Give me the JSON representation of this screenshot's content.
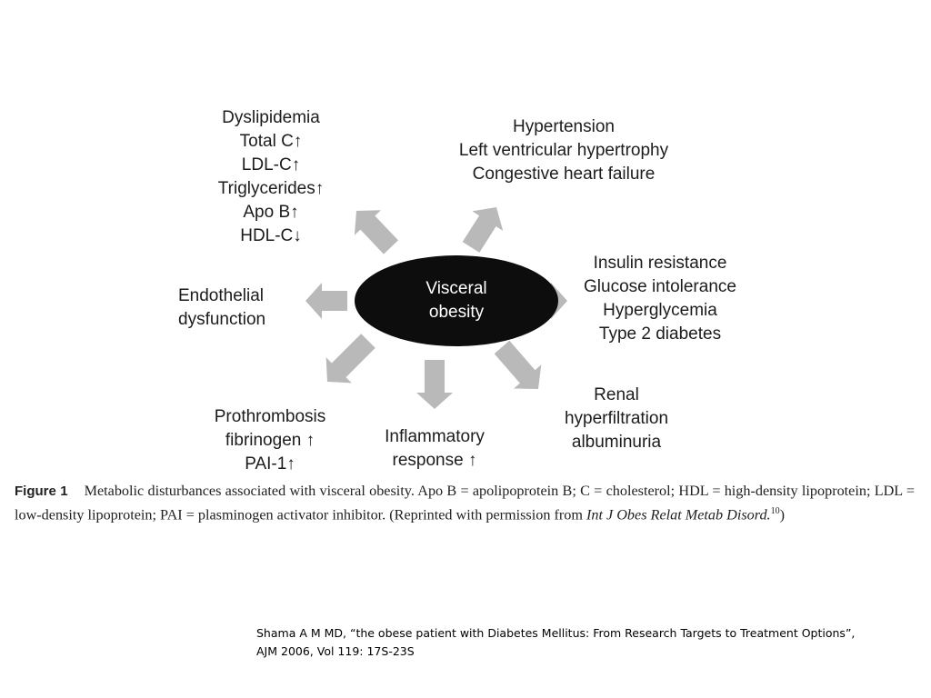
{
  "center": {
    "line1": "Visceral",
    "line2": "obesity"
  },
  "nodes": {
    "dyslipidemia": [
      "Dyslipidemia",
      "Total  C↑",
      "LDL-C↑",
      "Triglycerides↑",
      "Apo  B↑",
      "HDL-C↓"
    ],
    "hypertension": [
      "Hypertension",
      "Left ventricular hypertrophy",
      "Congestive heart failure"
    ],
    "insulin": [
      "Insulin resistance",
      "Glucose intolerance",
      "Hyperglycemia",
      "Type 2 diabetes"
    ],
    "renal": [
      "Renal",
      "hyperfiltration",
      "albuminuria"
    ],
    "inflammatory": [
      "Inflammatory",
      "response ↑"
    ],
    "prothrombosis": [
      "Prothrombosis",
      "fibrinogen ↑",
      "PAI-1↑"
    ],
    "endothelial": [
      "Endothelial",
      "dysfunction"
    ]
  },
  "caption": {
    "figure_label": "Figure 1",
    "text": "Metabolic disturbances associated with visceral obesity. Apo B = apolipoprotein B; C = cholesterol; HDL = high-density lipoprotein; LDL = low-density lipoprotein; PAI = plasminogen activator inhibitor. (Reprinted with permission from ",
    "journal": "Int J Obes Relat Metab Disord.",
    "ref": "10",
    "close": ")"
  },
  "citation": {
    "line1": "Shama A M MD, “the obese patient with Diabetes Mellitus: From Research Targets to Treatment Options”,",
    "line2": "AJM 2006, Vol 119: 17S-23S"
  },
  "colors": {
    "ellipse": "#0d0d0d",
    "arrow": "#b9b9b9",
    "text": "#1c1c1c"
  }
}
